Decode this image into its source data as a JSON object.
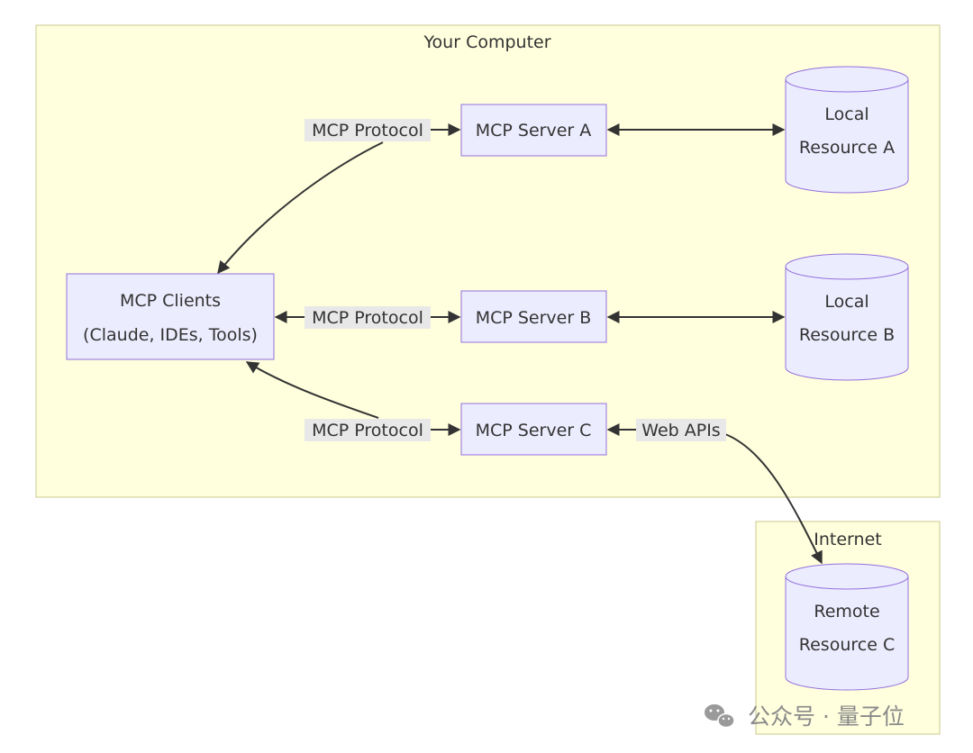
{
  "groups": {
    "computer": "Your Computer",
    "internet": "Internet"
  },
  "nodes": {
    "clients": [
      "MCP Clients",
      "(Claude, IDEs, Tools)"
    ],
    "server_a": "MCP Server A",
    "server_b": "MCP Server B",
    "server_c": "MCP Server C",
    "local_a": [
      "Local",
      "Resource A"
    ],
    "local_b": [
      "Local",
      "Resource B"
    ],
    "remote_c": [
      "Remote",
      "Resource C"
    ]
  },
  "edges": {
    "protocol_a": "MCP Protocol",
    "protocol_b": "MCP Protocol",
    "protocol_c": "MCP Protocol",
    "web_apis": "Web APIs"
  },
  "watermark": "公众号 · 量子位",
  "colors": {
    "group_fill": "#ffffde",
    "group_stroke": "#c8c88c",
    "node_fill": "#ececff",
    "node_stroke": "#9370db",
    "edge": "#333333",
    "label_bg": "#e8e8e8"
  }
}
